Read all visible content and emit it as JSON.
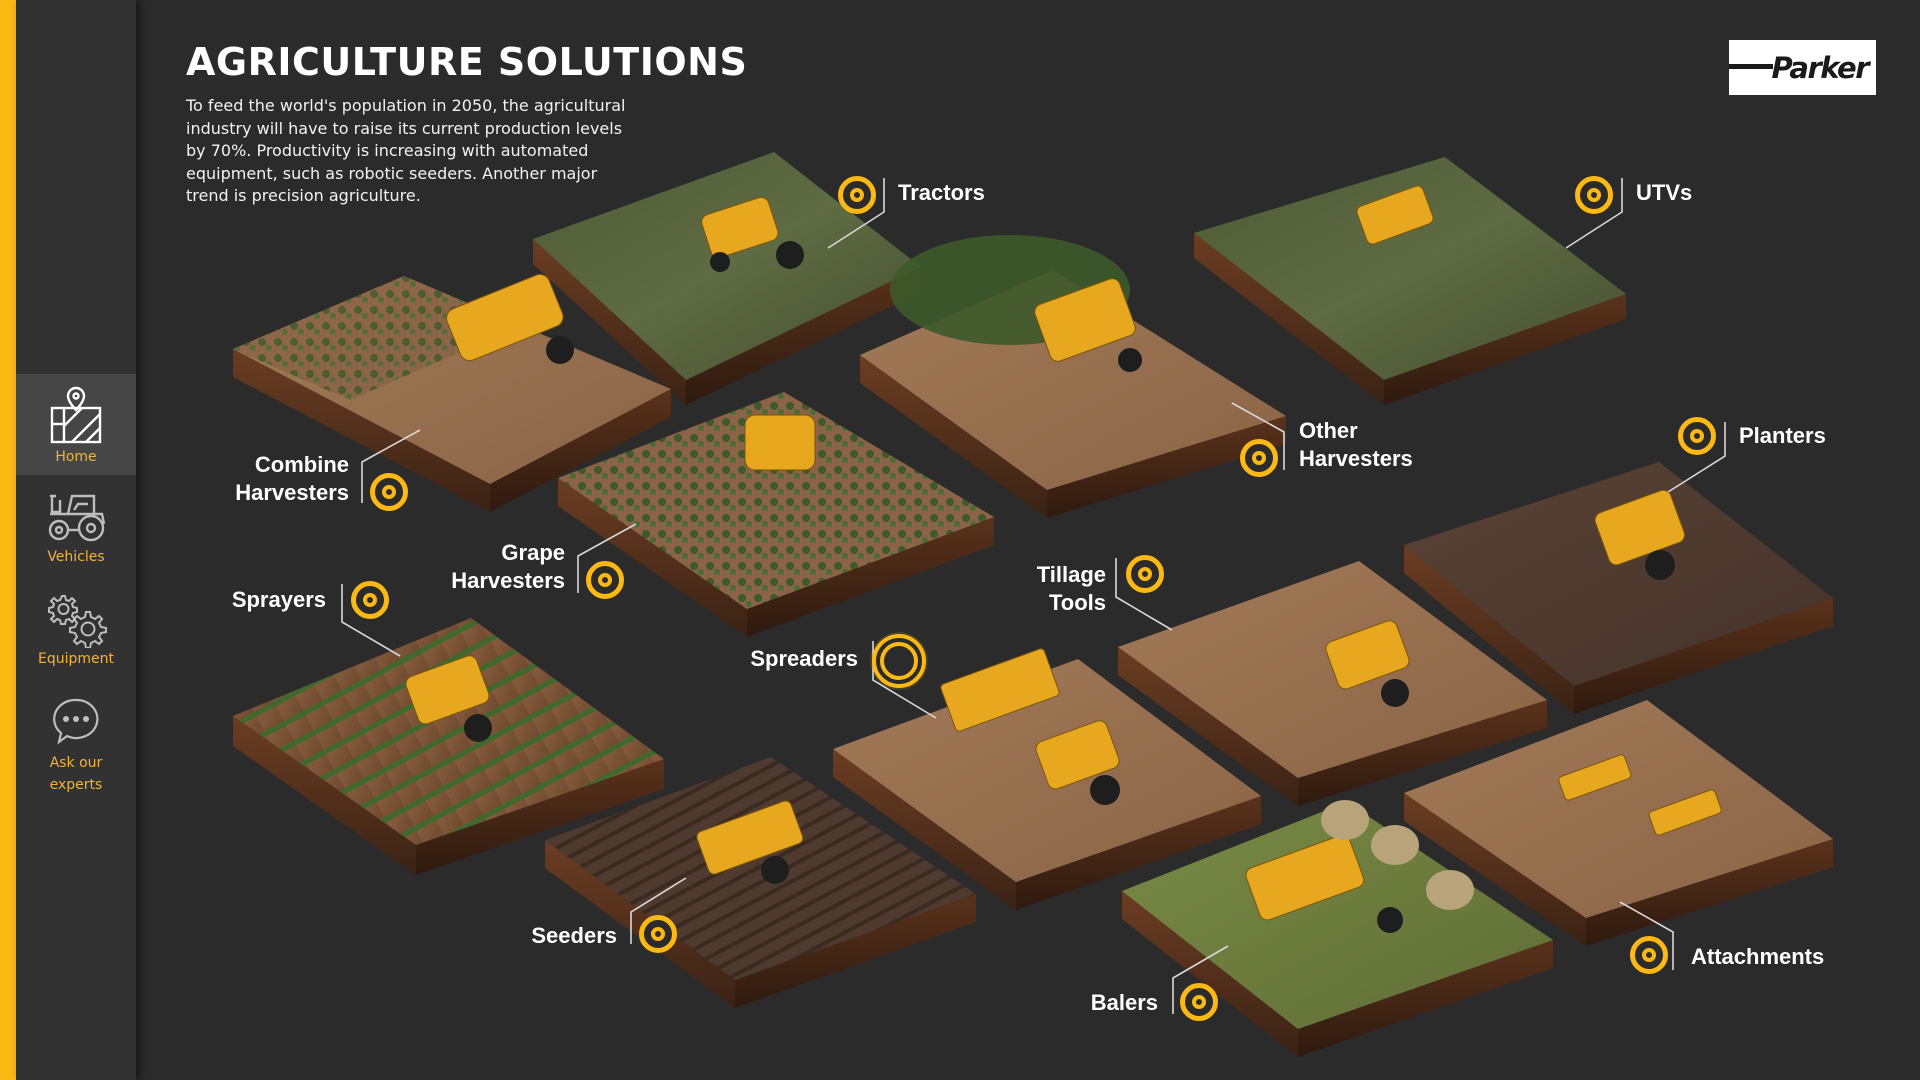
{
  "colors": {
    "accent": "#fdb913",
    "background": "#2b2b2b",
    "sidebar": "#323232",
    "sidebar_active": "#464646",
    "nav_label": "#f1b434"
  },
  "sidebar": {
    "items": [
      {
        "label": "Home",
        "icon": "map-pin-icon",
        "active": true
      },
      {
        "label": "Vehicles",
        "icon": "tractor-icon",
        "active": false
      },
      {
        "label": "Equipment",
        "icon": "gears-icon",
        "active": false
      },
      {
        "label": "Ask our\nexperts",
        "label_line1": "Ask our",
        "label_line2": "experts",
        "icon": "chat-bubble-icon",
        "active": false
      }
    ]
  },
  "header": {
    "title": "AGRICULTURE SOLUTIONS",
    "intro": "To feed the world's population in 2050, the agricultural industry will have to raise its current production levels by 70%. Productivity is increasing with automated equipment, such as robotic seeders. Another major trend is precision agriculture.",
    "logo": "Parker"
  },
  "hotspots": [
    {
      "id": "tractors",
      "label": "Tractors"
    },
    {
      "id": "utvs",
      "label": "UTVs"
    },
    {
      "id": "combine-harvesters",
      "label_line1": "Combine",
      "label_line2": "Harvesters"
    },
    {
      "id": "other-harvesters",
      "label_line1": "Other",
      "label_line2": "Harvesters"
    },
    {
      "id": "planters",
      "label": "Planters"
    },
    {
      "id": "grape-harvesters",
      "label_line1": "Grape",
      "label_line2": "Harvesters"
    },
    {
      "id": "sprayers",
      "label": "Sprayers"
    },
    {
      "id": "tillage-tools",
      "label_line1": "Tillage",
      "label_line2": "Tools"
    },
    {
      "id": "spreaders",
      "label": "Spreaders",
      "active": true
    },
    {
      "id": "seeders",
      "label": "Seeders"
    },
    {
      "id": "balers",
      "label": "Balers"
    },
    {
      "id": "attachments",
      "label": "Attachments"
    }
  ]
}
